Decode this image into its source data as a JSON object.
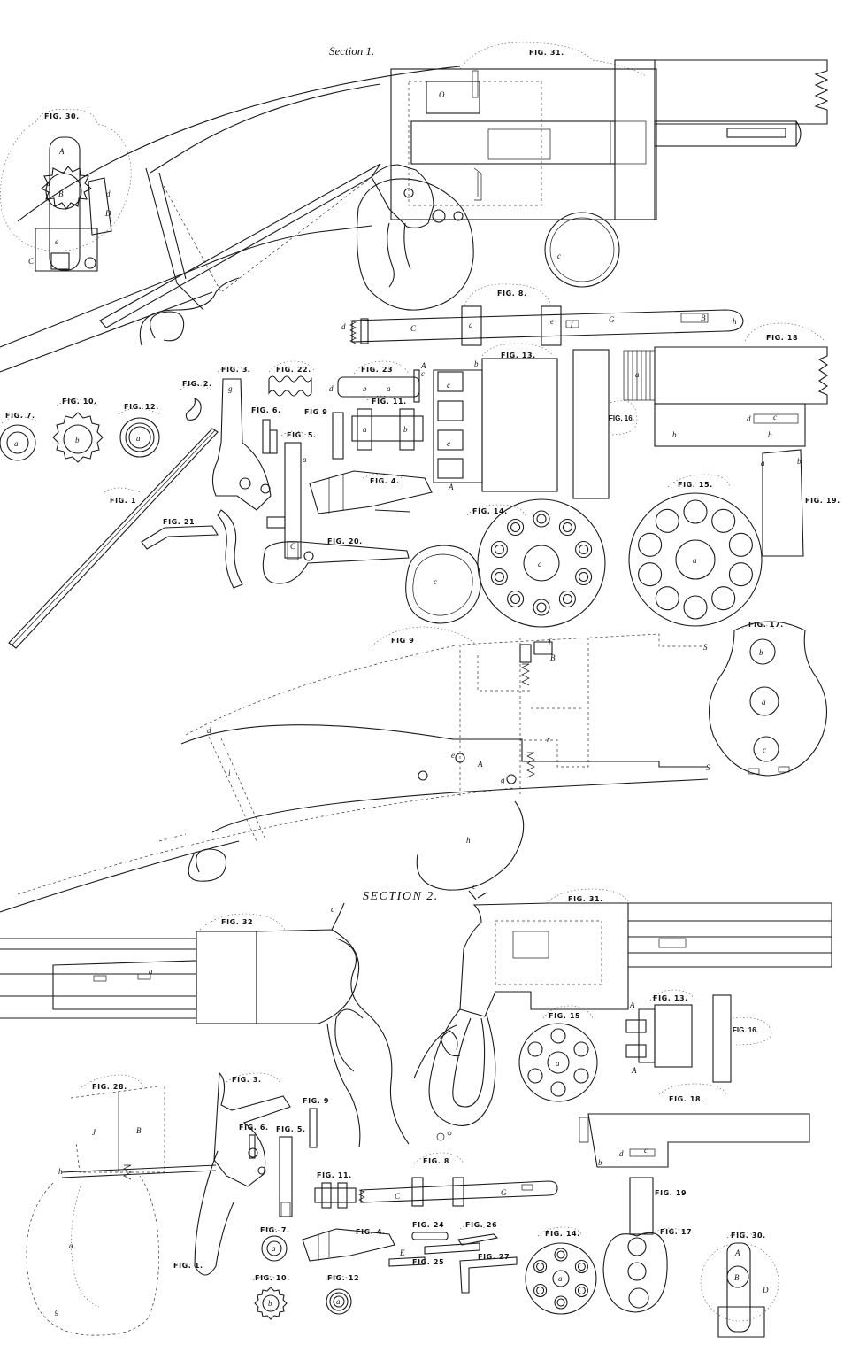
{
  "sections": {
    "section1": "Section 1.",
    "section2": "SECTION 2."
  },
  "figures": {
    "fig1": "FIG. 1",
    "fig2": "FIG. 2.",
    "fig3": "FIG. 3.",
    "fig4": "FIG. 4.",
    "fig5": "FIG. 5.",
    "fig6": "FIG. 6.",
    "fig7": "FIG. 7.",
    "fig8": "FIG. 8.",
    "fig9": "FIG 9",
    "fig10": "FIG. 10.",
    "fig11": "FIG. 11.",
    "fig12": "FIG. 12.",
    "fig13": "FIG. 13.",
    "fig14": "FIG. 14.",
    "fig15": "FIG. 15.",
    "fig16": "FIG. 16.",
    "fig17": "FIG. 17.",
    "fig18": "FIG. 18",
    "fig19": "FIG. 19.",
    "fig20": "FIG. 20.",
    "fig21": "FIG. 21",
    "fig22": "FIG. 22.",
    "fig23": "FIG. 23",
    "fig30": "FIG. 30.",
    "fig31": "FIG. 31.",
    "fig32": "FIG. 32"
  },
  "figures2": {
    "fig1": "FIG. 1.",
    "fig3": "FIG. 3.",
    "fig4": "FIG. 4.",
    "fig5": "FIG. 5.",
    "fig6": "FIG. 6.",
    "fig7": "FIG. 7.",
    "fig8": "FIG. 8",
    "fig9": "FIG. 9",
    "fig10": "FIG. 10.",
    "fig11": "FIG. 11.",
    "fig12": "FIG. 12",
    "fig13": "FIG. 13.",
    "fig14": "FIG. 14.",
    "fig15": "FIG. 15",
    "fig16": "FIG. 16.",
    "fig17": "FIG. 17",
    "fig18": "FIG. 18.",
    "fig19": "FIG. 19",
    "fig24": "FIG. 24",
    "fig25": "FIG. 25",
    "fig26": "FIG. 26",
    "fig27": "FIG. 27",
    "fig28": "FIG. 28.",
    "fig30": "FIG. 30.",
    "fig31": "FIG. 31."
  },
  "part_letters": {
    "A": "A",
    "B": "B",
    "C": "C",
    "D": "D",
    "E": "E",
    "G": "G",
    "J": "J",
    "O": "O",
    "S": "S",
    "a": "a",
    "b": "b",
    "c": "c",
    "d": "d",
    "e": "e",
    "f": "f",
    "g": "g",
    "h": "h",
    "i": "i",
    "r": "r"
  }
}
